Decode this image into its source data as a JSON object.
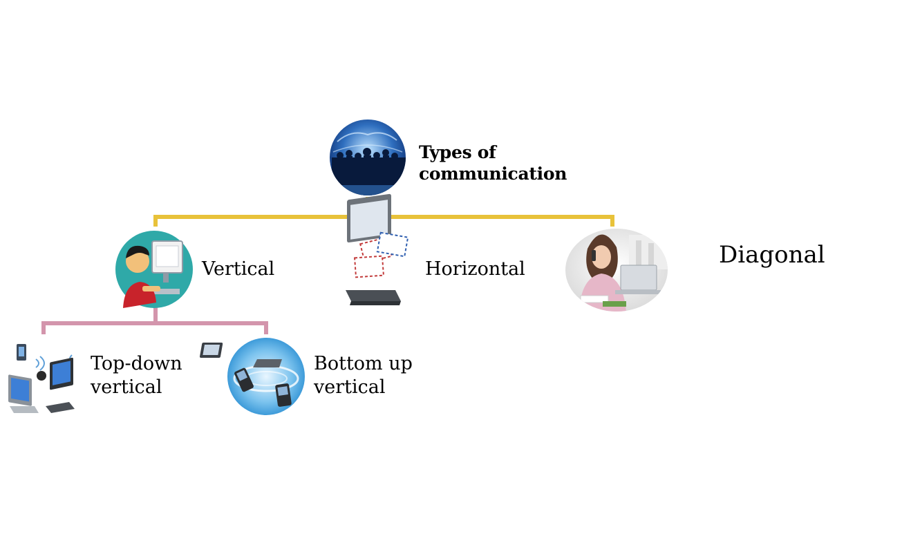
{
  "colors": {
    "top_connector": "#e8c23a",
    "sub_connector": "#d395ac",
    "text": "#000000"
  },
  "root": {
    "title_line1": "Types of",
    "title_line2": "communication",
    "icon": "globe-crowd-icon"
  },
  "types": [
    {
      "label": "Vertical",
      "icon": "computer-user-icon"
    },
    {
      "label": "Horizontal",
      "icon": "laptop-mail-icon"
    },
    {
      "label": "Diagonal",
      "icon": "woman-on-phone-icon"
    }
  ],
  "vertical_subtypes": [
    {
      "line1": "Top-down",
      "line2": "vertical",
      "icon": "wireless-devices-icon"
    },
    {
      "line1": "Bottom up",
      "line2": "vertical",
      "icon": "connected-devices-icon"
    }
  ]
}
